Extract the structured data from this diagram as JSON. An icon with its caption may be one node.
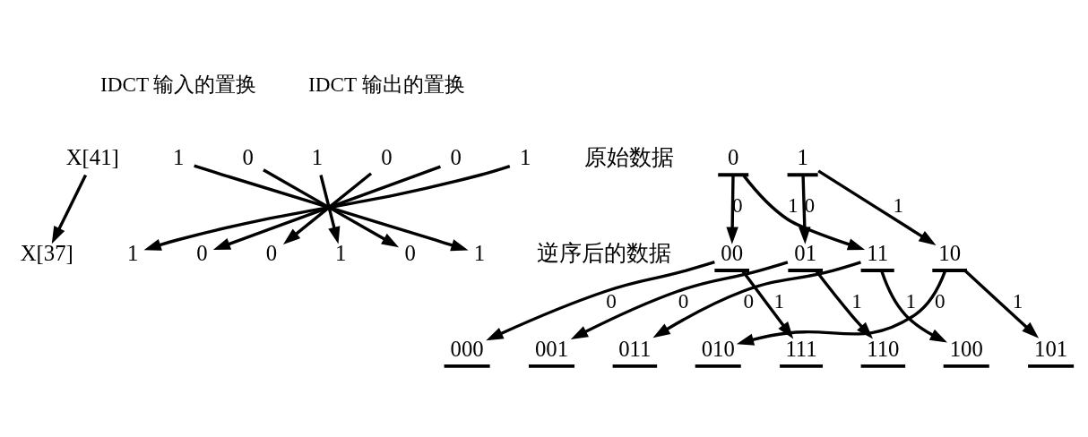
{
  "diagram": {
    "nodes": [
      {
        "text": [
          "X[41]"
        ]
      },
      {
        "text": [
          "1"
        ]
      },
      {
        "text": [
          "0"
        ]
      },
      {
        "text": [
          "1"
        ]
      },
      {
        "text": [
          "0"
        ]
      },
      {
        "text": [
          "0"
        ]
      },
      {
        "text": [
          "1"
        ]
      },
      {
        "text": [
          "X[37]"
        ]
      },
      {
        "text": [
          "1"
        ]
      },
      {
        "text": [
          "0"
        ]
      },
      {
        "text": [
          "0"
        ]
      },
      {
        "text": [
          "1"
        ]
      },
      {
        "text": [
          "0"
        ]
      },
      {
        "text": [
          "1"
        ]
      },
      {
        "text": [
          "0"
        ]
      },
      {
        "text": [
          "1"
        ]
      },
      {
        "text": [
          "00"
        ]
      },
      {
        "text": [
          "01"
        ]
      },
      {
        "text": [
          "11"
        ]
      },
      {
        "text": [
          "10"
        ]
      },
      {
        "text": [
          "000"
        ]
      },
      {
        "text": [
          "001"
        ]
      },
      {
        "text": [
          "011"
        ]
      },
      {
        "text": [
          "010"
        ]
      },
      {
        "text": [
          "111"
        ]
      },
      {
        "text": [
          "110"
        ]
      },
      {
        "text": [
          "100"
        ]
      },
      {
        "text": [
          "101"
        ]
      }
    ],
    "edges": [
      {
        "from": 0,
        "to": 7,
        "arrow": "to"
      },
      {
        "from": 1,
        "to": 13,
        "arrow": "to"
      },
      {
        "from": 2,
        "to": 12,
        "arrow": "to"
      },
      {
        "from": 3,
        "to": 11,
        "arrow": "to"
      },
      {
        "from": 4,
        "to": 10,
        "arrow": "to"
      },
      {
        "from": 5,
        "to": 9,
        "arrow": "to"
      },
      {
        "from": 6,
        "to": 8,
        "arrow": "to"
      },
      {
        "from": 14,
        "to": 16,
        "arrow": "to",
        "label": "0"
      },
      {
        "from": 14,
        "to": 18,
        "arrow": "to",
        "label": "1"
      },
      {
        "from": 15,
        "to": 17,
        "arrow": "to",
        "label": "0"
      },
      {
        "from": 15,
        "to": 19,
        "arrow": "to",
        "label": "1"
      },
      {
        "from": 16,
        "to": 20,
        "arrow": "to",
        "label": "0"
      },
      {
        "from": 16,
        "to": 24,
        "arrow": "to",
        "label": "1"
      },
      {
        "from": 17,
        "to": 21,
        "arrow": "to",
        "label": "0"
      },
      {
        "from": 17,
        "to": 25,
        "arrow": "to",
        "label": "1"
      },
      {
        "from": 18,
        "to": 22,
        "arrow": "to",
        "label": "0"
      },
      {
        "from": 18,
        "to": 26,
        "arrow": "to",
        "label": "1"
      },
      {
        "from": 19,
        "to": 23,
        "arrow": "to",
        "label": "0"
      },
      {
        "from": 19,
        "to": 27,
        "arrow": "to",
        "label": "1"
      }
    ],
    "labels": [
      "IDCT 输入的置换",
      "IDCT 输出的置换",
      "原始数据",
      "逆序后的数据"
    ]
  }
}
